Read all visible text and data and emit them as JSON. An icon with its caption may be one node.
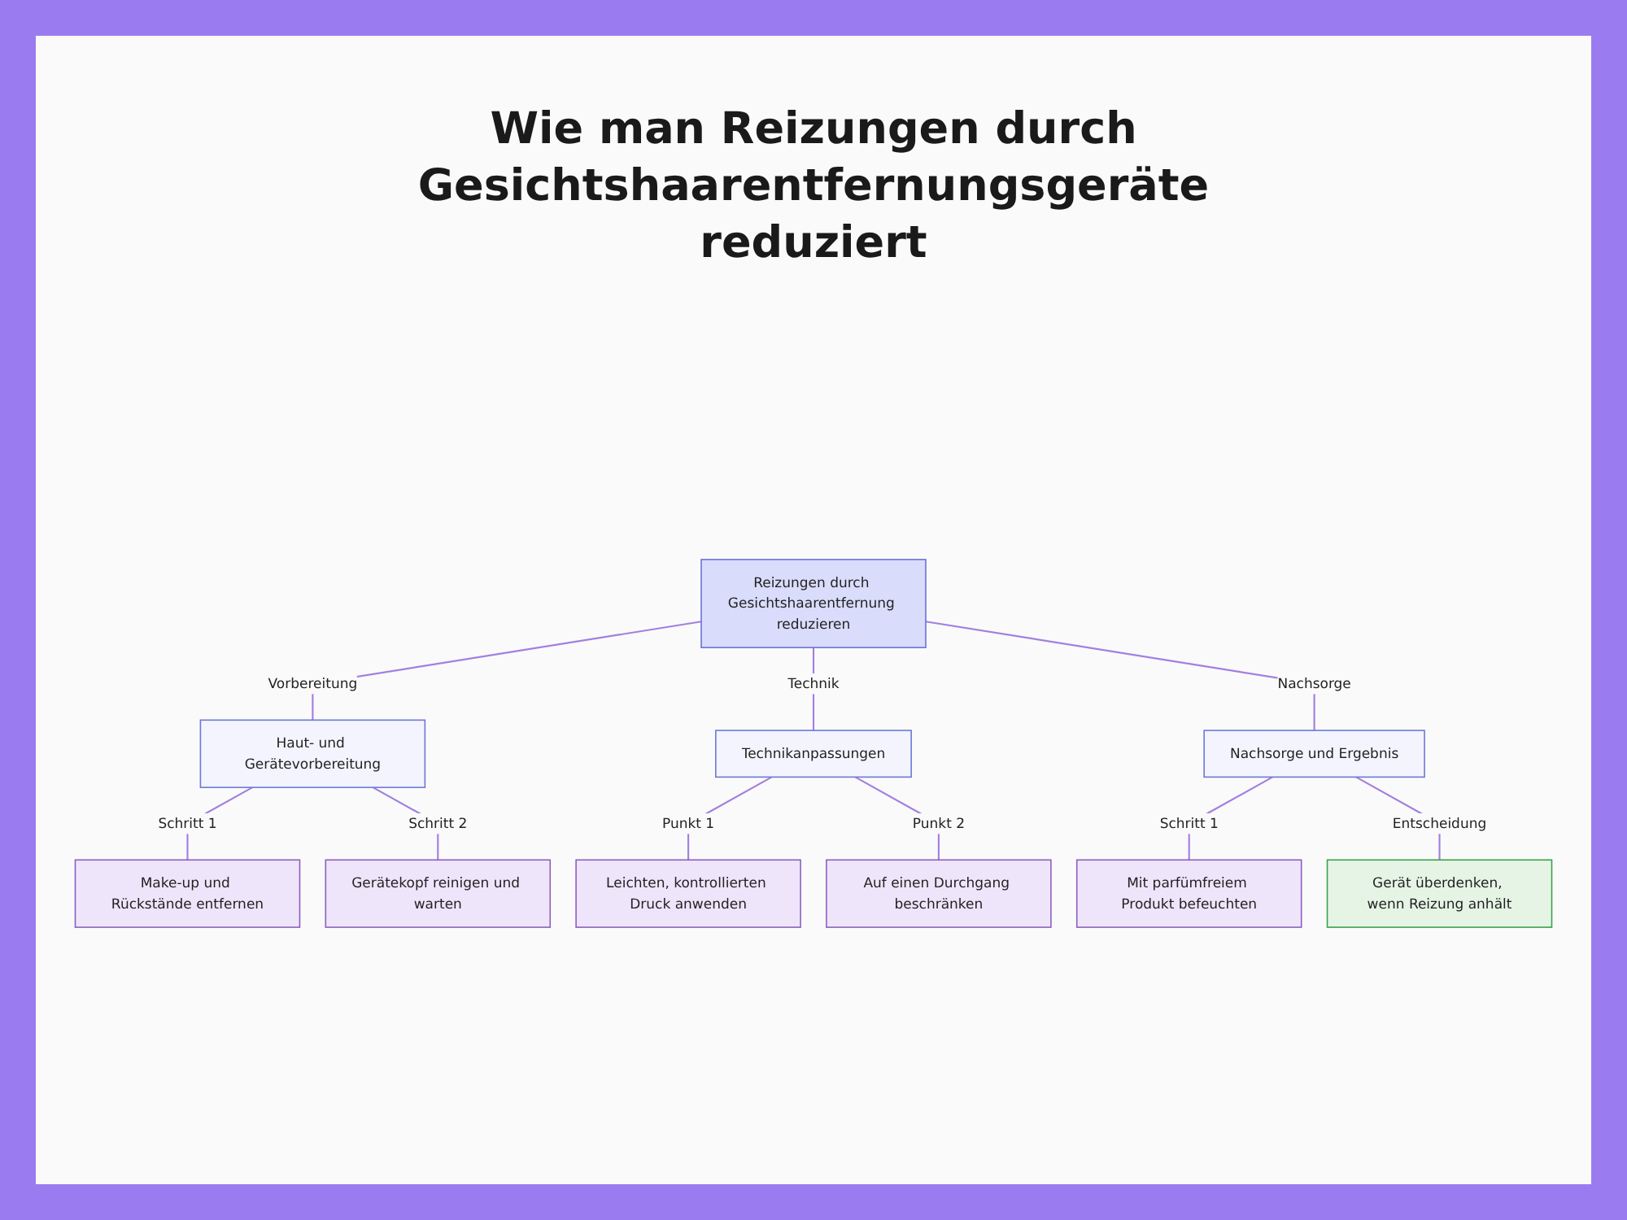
{
  "diagram": {
    "title": "Wie man Reizungen durch Gesichtshaarentfernungsgeräte reduziert",
    "nodes": [
      {
        "text": [
          "Reizungen durch Gesichtshaarentfernung reduzieren"
        ]
      },
      {
        "text": [
          "Haut- und Gerätevorbereitung"
        ]
      },
      {
        "text": [
          "Technikanpassungen"
        ]
      },
      {
        "text": [
          "Nachsorge und Ergebnis"
        ]
      },
      {
        "text": [
          "Make-up und Rückstände entfernen"
        ]
      },
      {
        "text": [
          "Gerätekopf reinigen und warten"
        ]
      },
      {
        "text": [
          "Leichten, kontrollierten Druck anwenden"
        ]
      },
      {
        "text": [
          "Auf einen Durchgang beschränken"
        ]
      },
      {
        "text": [
          "Mit parfümfreiem Produkt befeuchten"
        ]
      },
      {
        "text": [
          "Gerät überdenken, wenn Reizung anhält"
        ]
      }
    ],
    "edges": [
      {
        "from": 0,
        "to": 1,
        "arrow": "none",
        "label": "Vorbereitung"
      },
      {
        "from": 0,
        "to": 2,
        "arrow": "none",
        "label": "Technik"
      },
      {
        "from": 0,
        "to": 3,
        "arrow": "none",
        "label": "Nachsorge"
      },
      {
        "from": 1,
        "to": 4,
        "arrow": "none",
        "label": "Schritt 1"
      },
      {
        "from": 1,
        "to": 5,
        "arrow": "none",
        "label": "Schritt 2"
      },
      {
        "from": 2,
        "to": 6,
        "arrow": "none",
        "label": "Punkt 1"
      },
      {
        "from": 2,
        "to": 7,
        "arrow": "none",
        "label": "Punkt 2"
      },
      {
        "from": 3,
        "to": 8,
        "arrow": "none",
        "label": "Schritt 1"
      },
      {
        "from": 3,
        "to": 9,
        "arrow": "none",
        "label": "Entscheidung"
      }
    ]
  }
}
